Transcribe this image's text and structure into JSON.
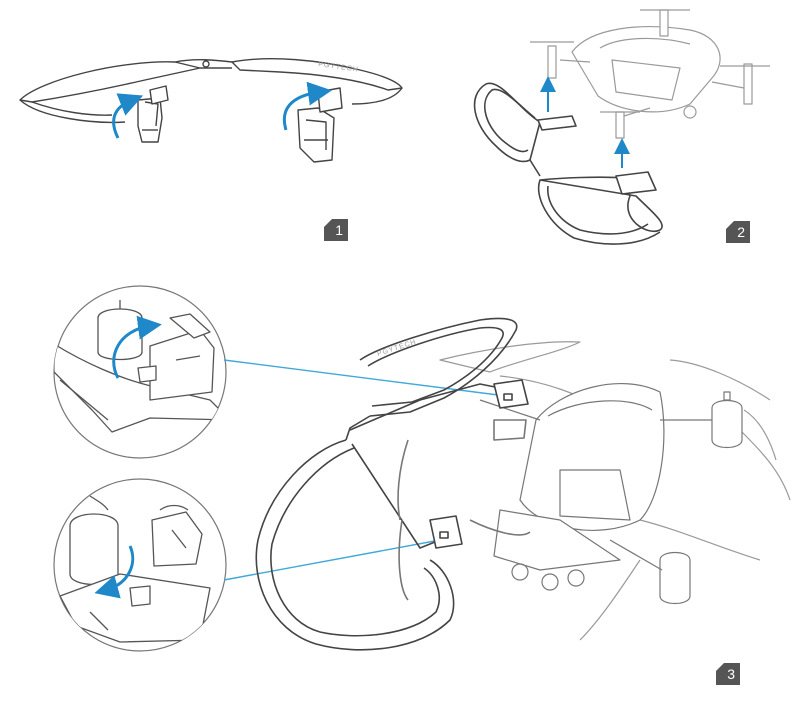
{
  "steps": [
    {
      "number": "1"
    },
    {
      "number": "2"
    },
    {
      "number": "3"
    }
  ],
  "brand_text": "PGYTECH",
  "colors": {
    "arrow": "#1f88c8",
    "leader_line": "#3fa9d8",
    "outline": "#444444",
    "light_outline": "#9a9a9a",
    "badge": "#555555"
  },
  "icons": [
    "rotate-arrow-icon",
    "up-arrow-icon",
    "step-badge-icon"
  ]
}
